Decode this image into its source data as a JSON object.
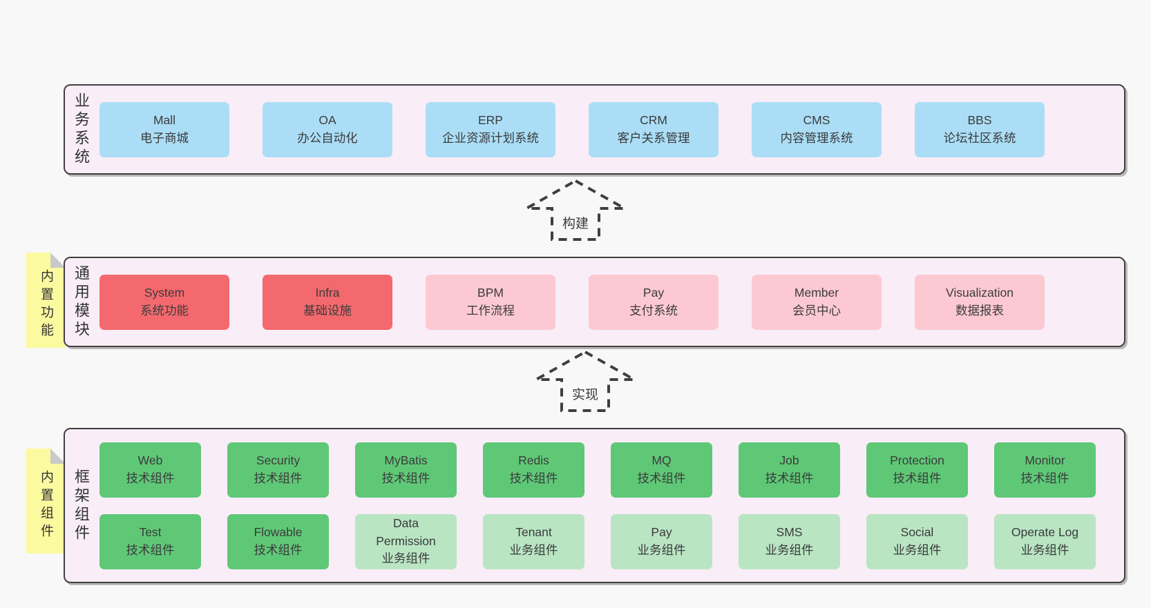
{
  "colors": {
    "page_bg": "#f8f8f8",
    "layer_bg": "#f9edf7",
    "layer_border": "#3f3f3f",
    "box_blue": "#abdef6",
    "box_red": "#f4696e",
    "box_pink": "#fcc9d3",
    "box_green": "#5fc877",
    "box_light_green": "#b9e5c3",
    "note_yellow": "#fbfa9e",
    "note_fold_gray": "#c9c9c9",
    "text": "#3b3b3b"
  },
  "arrows": [
    {
      "label": "构建"
    },
    {
      "label": "实现"
    }
  ],
  "layers": [
    {
      "label": "业务系统",
      "boxes": [
        {
          "title": "Mall",
          "subtitle": "电子商城"
        },
        {
          "title": "OA",
          "subtitle": "办公自动化"
        },
        {
          "title": "ERP",
          "subtitle": "企业资源计划系统"
        },
        {
          "title": "CRM",
          "subtitle": "客户关系管理"
        },
        {
          "title": "CMS",
          "subtitle": "内容管理系统"
        },
        {
          "title": "BBS",
          "subtitle": "论坛社区系统"
        }
      ]
    },
    {
      "label": "通用模块",
      "note": "内置功能",
      "boxes": [
        {
          "title": "System",
          "subtitle": "系统功能"
        },
        {
          "title": "Infra",
          "subtitle": "基础设施"
        },
        {
          "title": "BPM",
          "subtitle": "工作流程"
        },
        {
          "title": "Pay",
          "subtitle": "支付系统"
        },
        {
          "title": "Member",
          "subtitle": "会员中心"
        },
        {
          "title": "Visualization",
          "subtitle": "数据报表"
        }
      ]
    },
    {
      "label": "框架组件",
      "note": "内置组件",
      "rows": [
        [
          {
            "title": "Web",
            "subtitle": "技术组件"
          },
          {
            "title": "Security",
            "subtitle": "技术组件"
          },
          {
            "title": "MyBatis",
            "subtitle": "技术组件"
          },
          {
            "title": "Redis",
            "subtitle": "技术组件"
          },
          {
            "title": "MQ",
            "subtitle": "技术组件"
          },
          {
            "title": "Job",
            "subtitle": "技术组件"
          },
          {
            "title": "Protection",
            "subtitle": "技术组件"
          },
          {
            "title": "Monitor",
            "subtitle": "技术组件"
          }
        ],
        [
          {
            "title": "Test",
            "subtitle": "技术组件"
          },
          {
            "title": "Flowable",
            "subtitle": "技术组件"
          },
          {
            "title": "Data Permission",
            "subtitle": "业务组件"
          },
          {
            "title": "Tenant",
            "subtitle": "业务组件"
          },
          {
            "title": "Pay",
            "subtitle": "业务组件"
          },
          {
            "title": "SMS",
            "subtitle": "业务组件"
          },
          {
            "title": "Social",
            "subtitle": "业务组件"
          },
          {
            "title": "Operate Log",
            "subtitle": "业务组件"
          }
        ]
      ]
    }
  ]
}
